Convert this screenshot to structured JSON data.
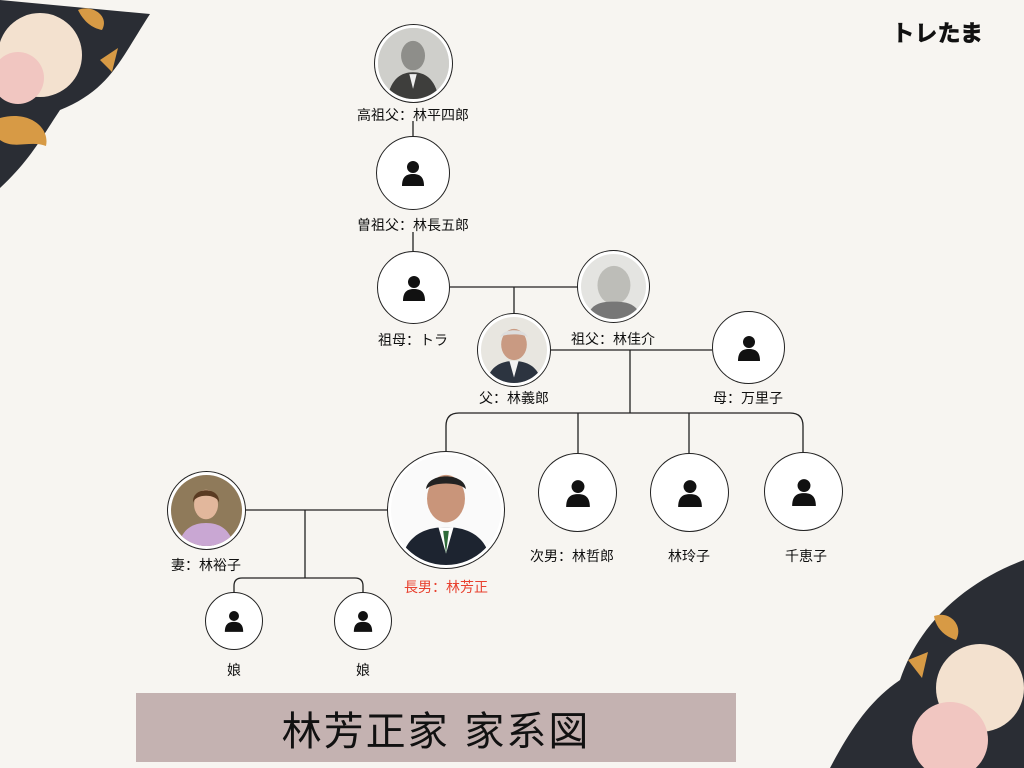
{
  "brand": "トレたま",
  "title": "林芳正家 家系図",
  "colors": {
    "line": "#222222",
    "accent_red": "#e8412f",
    "title_bg": "#c4b2b1",
    "background": "#f7f5f1"
  },
  "people": {
    "great_great_grandfather": "高祖父：林平四郎",
    "great_grandfather": "曽祖父：林長五郎",
    "grandmother": "祖母：トラ",
    "grandfather": "祖父：林佳介",
    "father": "父：林義郎",
    "mother": "母：万里子",
    "wife": "妻：林裕子",
    "eldest_son": "長男：林芳正",
    "second_son": "次男：林哲郎",
    "sibling_1": "林玲子",
    "sibling_2": "千恵子",
    "daughter_1": "娘",
    "daughter_2": "娘"
  },
  "icons": {
    "person": "person-silhouette-icon",
    "photo": "portrait-photo"
  }
}
